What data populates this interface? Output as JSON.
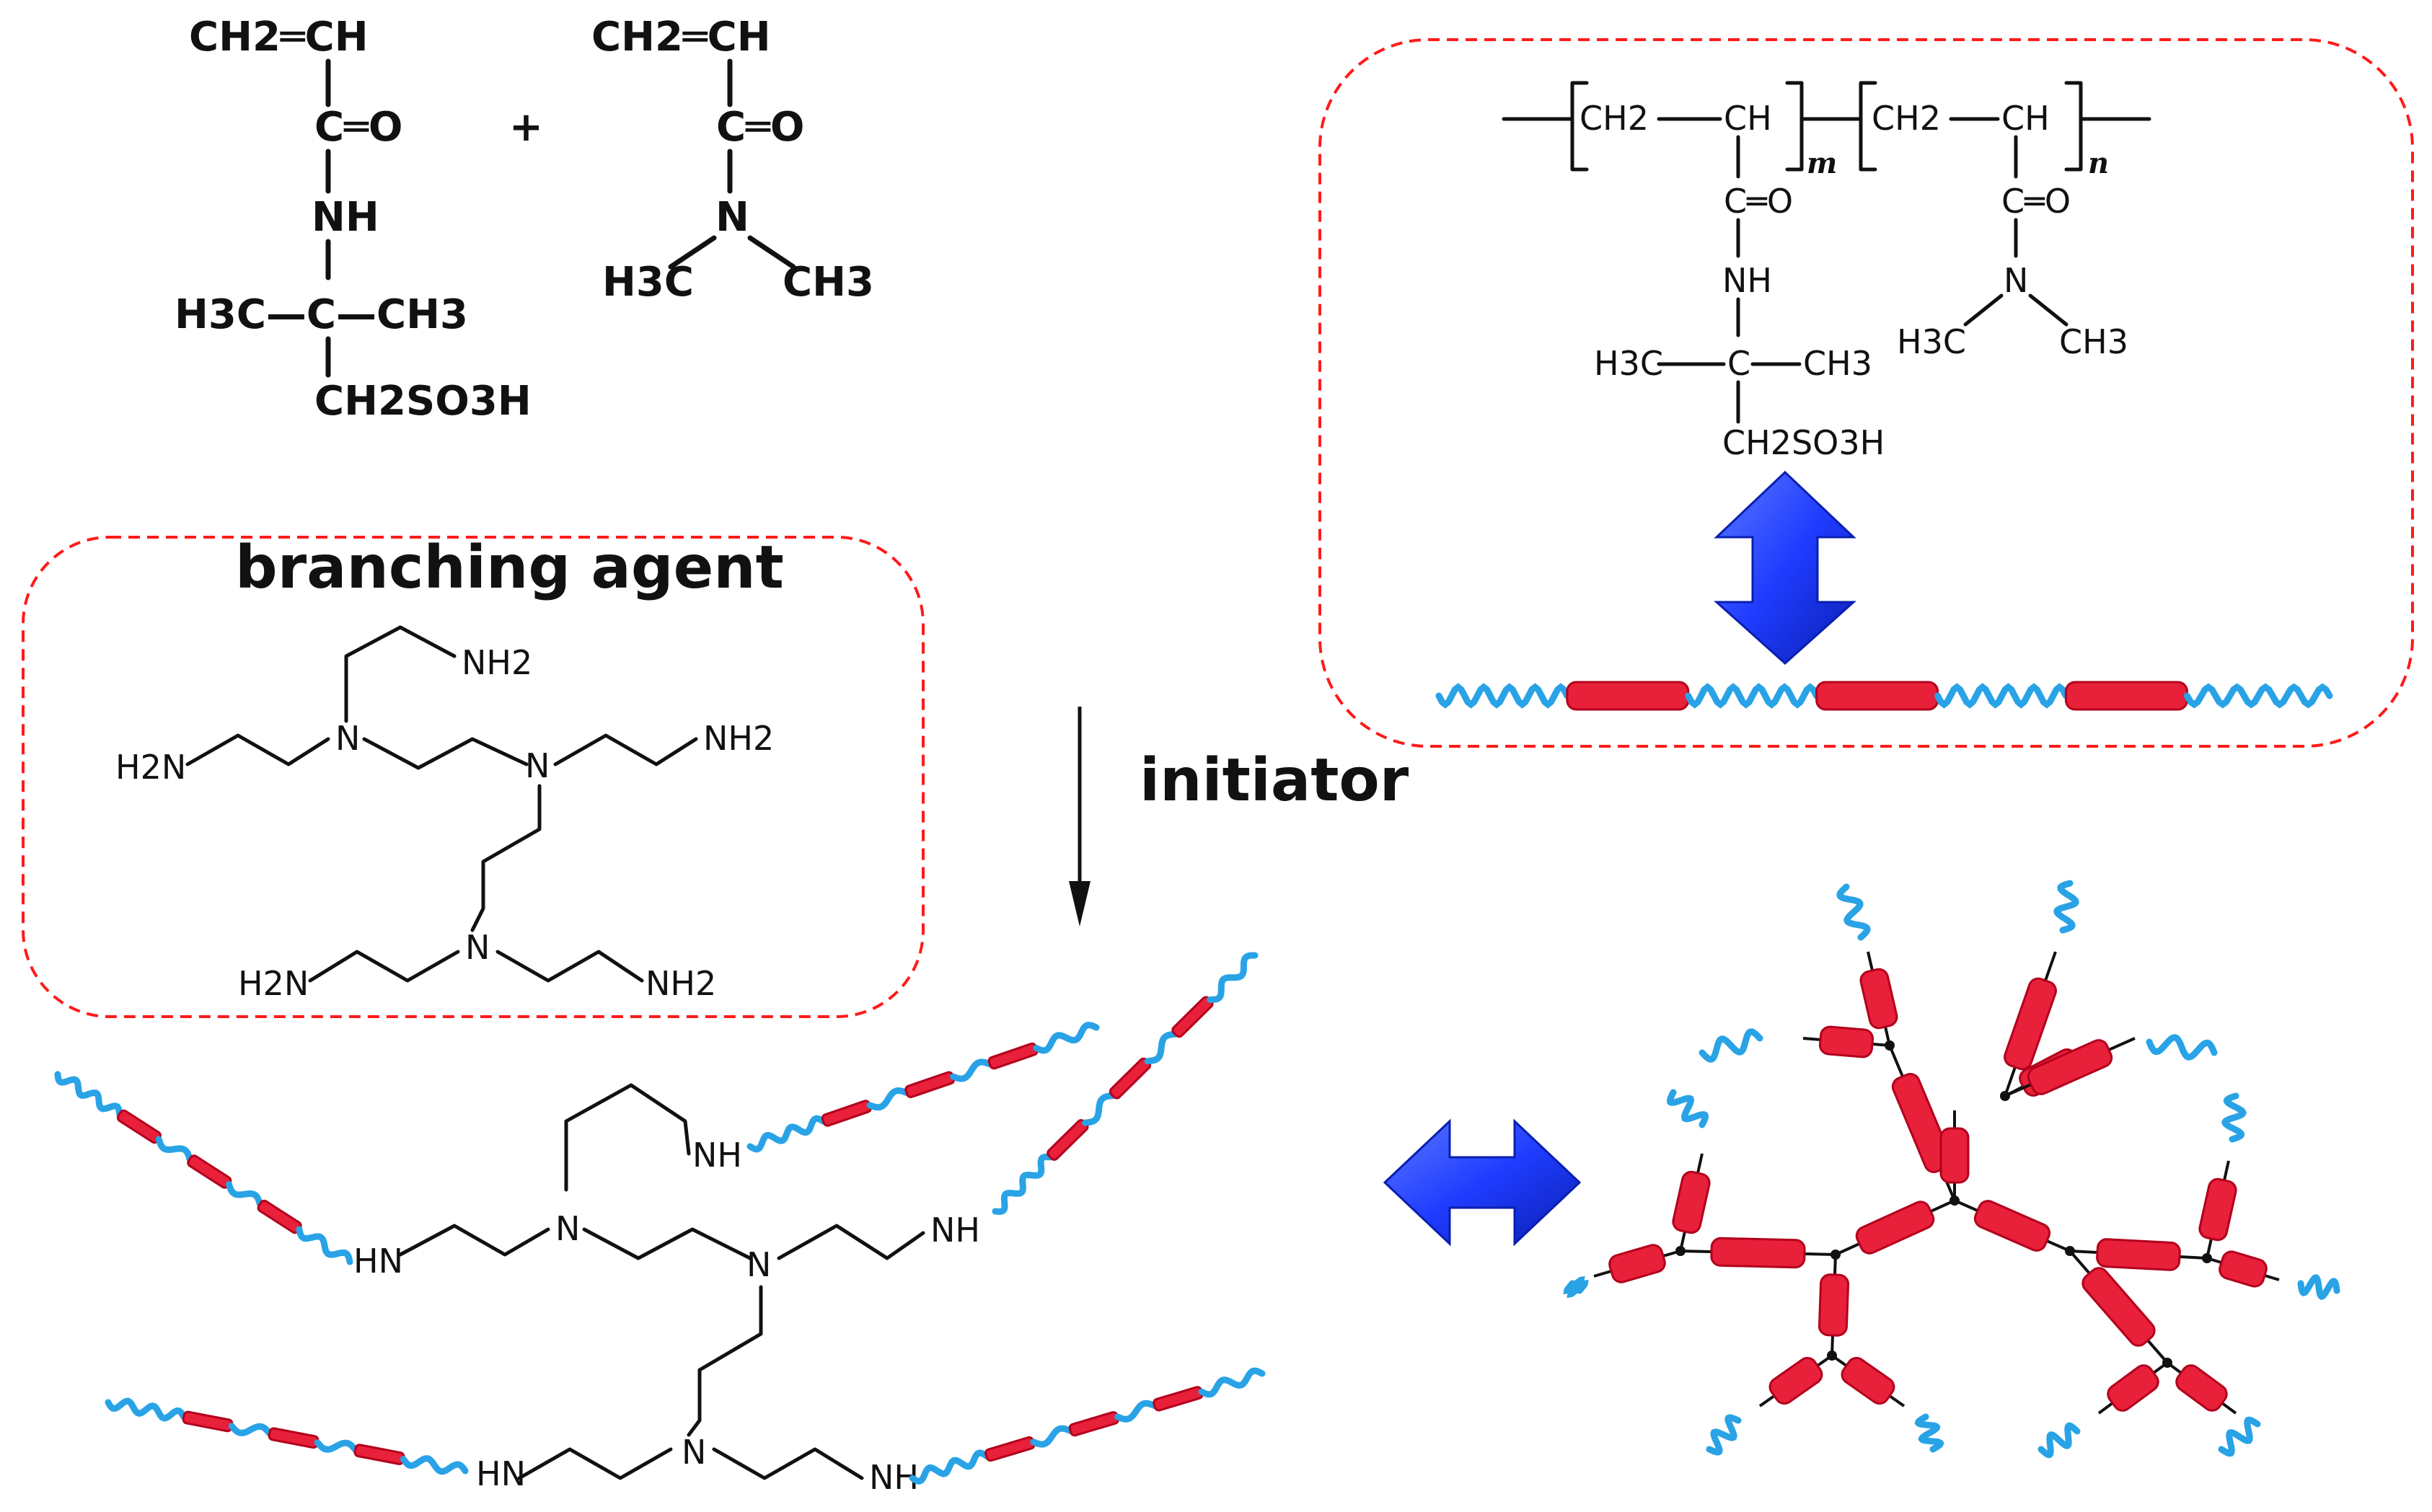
{
  "monomer1": {
    "vinyl": "CH2═CH",
    "carbonyl": "C═O",
    "amide_nh": "NH",
    "quaternary": "H3C—C—CH3",
    "sulfonate": "CH2SO3H"
  },
  "plus": "+",
  "monomer2": {
    "vinyl": "CH2═CH",
    "carbonyl": "C═O",
    "nitrogen": "N",
    "methyl_left": "H3C",
    "methyl_right": "CH3"
  },
  "copolymer": {
    "repeat_m": "m",
    "repeat_n": "n",
    "ch2": "CH2",
    "ch": "CH",
    "carbonyl": "C═O",
    "nh": "NH",
    "n": "N",
    "h3c": "H3C",
    "ch3": "CH3",
    "sulfonate": "CH2SO3H"
  },
  "branching_agent": {
    "title": "branching agent",
    "nh2": "NH2",
    "h2n": "H2N",
    "n": "N"
  },
  "initiator_label": "initiator",
  "product": {
    "hn": "HN",
    "nh": "NH",
    "n": "N"
  },
  "colors": {
    "dashed_box": "#ff1a1a",
    "arrow_blue": "#1f3cff",
    "chain_blue": "#29a3e6",
    "segment_red": "#e8203a"
  }
}
